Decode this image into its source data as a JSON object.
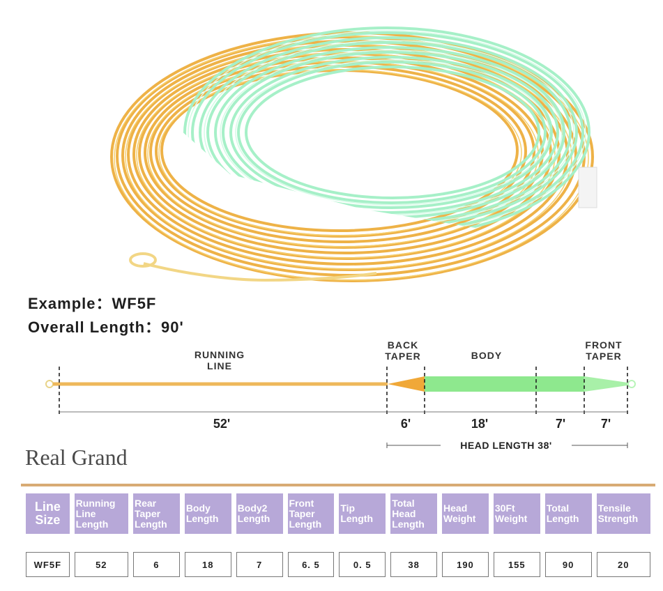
{
  "example": {
    "line1": "Example：WF5F",
    "line2": "Overall Length：90'"
  },
  "taper": {
    "labels": {
      "running_line": [
        "RUNNING",
        "LINE"
      ],
      "back_taper": [
        "BACK",
        "TAPER"
      ],
      "body": "BODY",
      "front_taper": [
        "FRONT",
        "TAPER"
      ]
    },
    "dimensions": [
      "52'",
      "6'",
      "18'",
      "7'",
      "7'"
    ],
    "head_length": "HEAD LENGTH 38'",
    "colors": {
      "running_line": "#eeb85a",
      "back_taper": "#f0a838",
      "body": "#8ee88e",
      "tip": "#b8f4b8",
      "loop": "#e8d48a"
    }
  },
  "brand": "Real Grand",
  "table": {
    "headers": [
      [
        "Line",
        "Size"
      ],
      [
        "Running",
        "Line",
        "Length"
      ],
      [
        "Rear",
        "Taper",
        "Length"
      ],
      [
        "Body",
        "Length"
      ],
      [
        "Body2",
        "Length"
      ],
      [
        "Front",
        "Taper",
        "Length"
      ],
      [
        "Tip",
        "Length"
      ],
      [
        "Total",
        "Head",
        "Length"
      ],
      [
        "Head",
        "Weight"
      ],
      [
        "30Ft",
        "Weight"
      ],
      [
        "Total",
        "Length"
      ],
      [
        "Tensile",
        "Strength"
      ]
    ],
    "row": [
      "WF5F",
      "52",
      "6",
      "18",
      "7",
      "6. 5",
      "0. 5",
      "38",
      "190",
      "155",
      "90",
      "20"
    ]
  },
  "colors": {
    "header_bg": "#b7a8d8",
    "rule": "#d8ab74"
  }
}
